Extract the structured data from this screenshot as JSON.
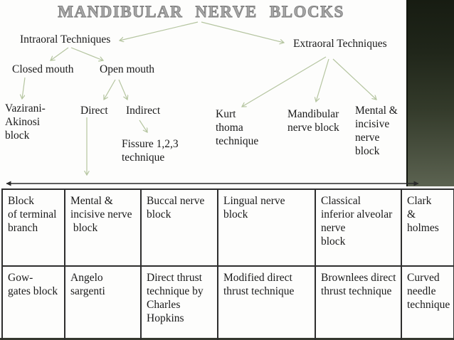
{
  "title": {
    "text": "MANDIBULAR NERVE BLOCKS"
  },
  "flowchart": {
    "nodes": {
      "intraoral": {
        "label": "Intraoral Techniques"
      },
      "extraoral": {
        "label": "Extraoral Techniques"
      },
      "closed_mouth": {
        "label": "Closed mouth"
      },
      "open_mouth": {
        "label": "Open mouth"
      },
      "vazirani": {
        "label": "Vazirani-\nAkinosi\nblock"
      },
      "direct": {
        "label": "Direct"
      },
      "indirect": {
        "label": "Indirect"
      },
      "fissure": {
        "label": "Fissure 1,2,3\ntechnique"
      },
      "kurt_thoma": {
        "label": "Kurt\nthoma\ntechnique"
      },
      "mandibular_nb": {
        "label": "Mandibular\nnerve block"
      },
      "mental_incisive": {
        "label": "Mental &\nincisive\nnerve\nblock"
      }
    },
    "arrow_color": "#b5c5a0",
    "span_arrow_color": "#2b2b2b"
  },
  "table": {
    "rows": [
      {
        "cells": [
          {
            "text": "Block\nof terminal\nbranch"
          },
          {
            "text": "Mental &\nincisive nerve\n block"
          },
          {
            "text": "Buccal nerve\nblock"
          },
          {
            "text": "Lingual nerve\nblock"
          },
          {
            "text": "Classical\ninferior alveolar\nnerve\nblock"
          },
          {
            "text": "Clark\n&\nholmes"
          }
        ]
      },
      {
        "cells": [
          {
            "text": "Gow-\ngates block"
          },
          {
            "text": "Angelo\nsargenti"
          },
          {
            "text": "Direct thrust\ntechnique by\nCharles\nHopkins"
          },
          {
            "text": "Modified direct\nthrust technique"
          },
          {
            "text": "Brownlees direct\nthrust technique"
          },
          {
            "text": "Curved\nneedle\ntechnique"
          }
        ]
      }
    ]
  },
  "colors": {
    "sidebar_top": "#171c12",
    "sidebar_bottom": "#5c6351",
    "table_border": "#2e2e2e",
    "title_gray": "#8f8f8f",
    "background": "#fdfdfc"
  }
}
